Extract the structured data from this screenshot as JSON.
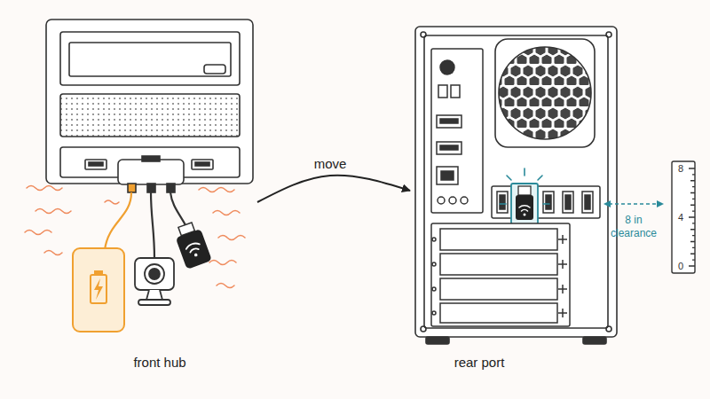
{
  "diagram": {
    "nodes": [
      {
        "text": [
          "front hub"
        ]
      },
      {
        "text": [
          "rear port"
        ]
      }
    ],
    "edges": [
      {
        "from": 0,
        "to": 1,
        "label": "move",
        "arrow": "to"
      }
    ],
    "labels": [
      "8 in clearance",
      "8",
      "4",
      "0"
    ]
  }
}
